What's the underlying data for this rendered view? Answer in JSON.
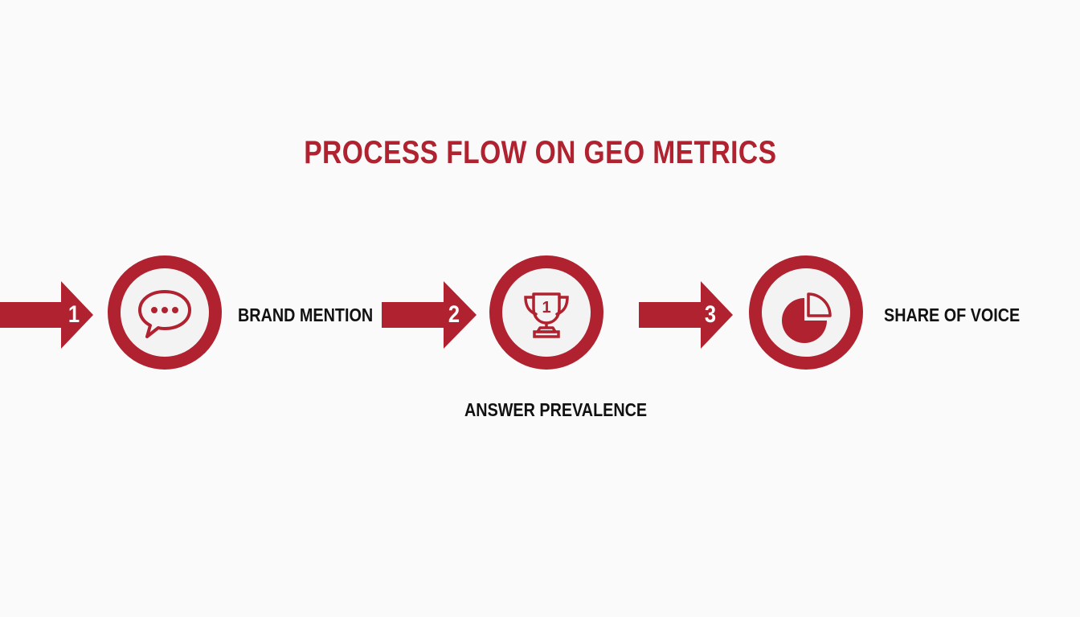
{
  "title": "PROCESS FLOW ON GEO METRICS",
  "colors": {
    "accent": "#b0222f",
    "background": "#fafafa",
    "circle_fill": "#f3f3f3",
    "label_text": "#111111"
  },
  "steps": [
    {
      "number": "1",
      "label": "BRAND MENTION",
      "icon": "speech-bubble-icon"
    },
    {
      "number": "2",
      "label": "ANSWER PREVALENCE",
      "icon": "trophy-icon",
      "icon_text": "1"
    },
    {
      "number": "3",
      "label": "SHARE OF VOICE",
      "icon": "pie-chart-icon"
    }
  ]
}
